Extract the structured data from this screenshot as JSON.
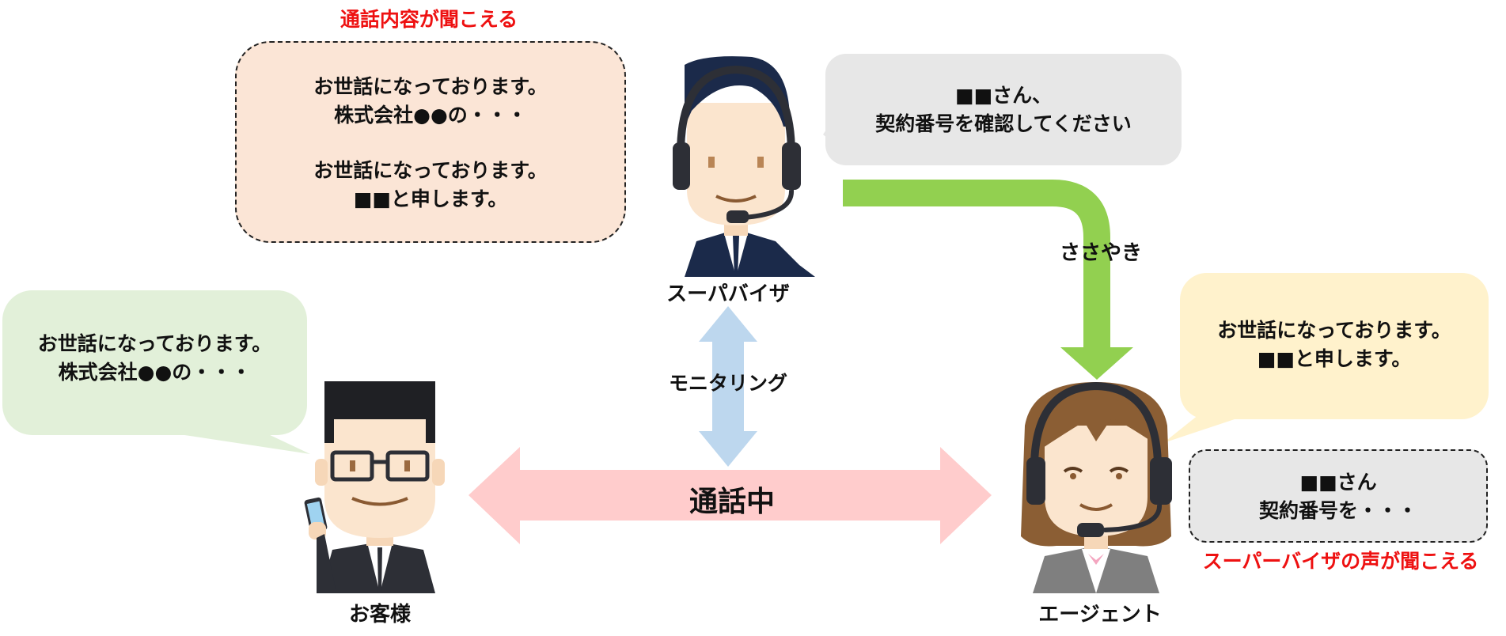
{
  "supervisor": {
    "label": "スーパバイザ",
    "monitor_note": "通話内容が聞こえる",
    "heard_lines": [
      "お世話になっております。",
      "株式会社●●の・・・",
      "",
      "お世話になっております。",
      "■■と申します。"
    ],
    "speech_lines": [
      "■■さん、",
      "契約番号を確認してください"
    ]
  },
  "customer": {
    "label": "お客様",
    "speech_lines": [
      "お世話になっております。",
      "株式会社●●の・・・"
    ]
  },
  "agent": {
    "label": "エージェント",
    "speech_lines": [
      "お世話になっております。",
      "■■と申します。"
    ],
    "heard_lines": [
      "■■さん",
      "契約番号を・・・"
    ],
    "heard_note": "スーパーバイザの声が聞こえる"
  },
  "arrows": {
    "whisper": "ささやき",
    "monitoring": "モニタリング",
    "call": "通話中"
  },
  "colors": {
    "note_red": "#ee1111",
    "whisper_green": "#92d050",
    "monitor_blue": "#bdd7ee",
    "call_pink": "#ffcccc",
    "bubble_peach": "#fbe5d6",
    "bubble_gray": "#e7e7e7",
    "bubble_green": "#e2f0d9",
    "bubble_yellow": "#fff2cc"
  }
}
